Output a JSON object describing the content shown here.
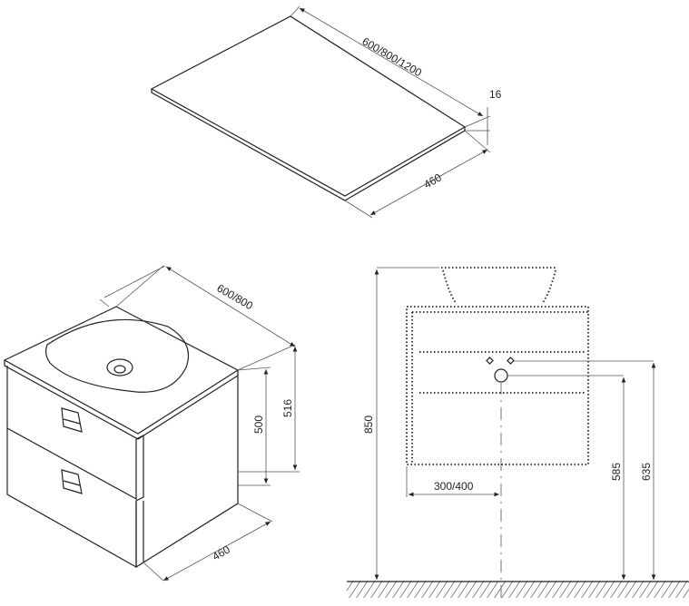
{
  "countertop": {
    "length_label": "600/800/1200",
    "thickness_label": "16",
    "depth_label": "460"
  },
  "cabinet_iso": {
    "width_label": "600/800",
    "height_label": "500",
    "total_height_label": "516",
    "depth_label": "460"
  },
  "front_view": {
    "total_height_label": "850",
    "drain_offset_label": "300/400",
    "drain_height_label": "585",
    "supply_height_label": "635"
  }
}
